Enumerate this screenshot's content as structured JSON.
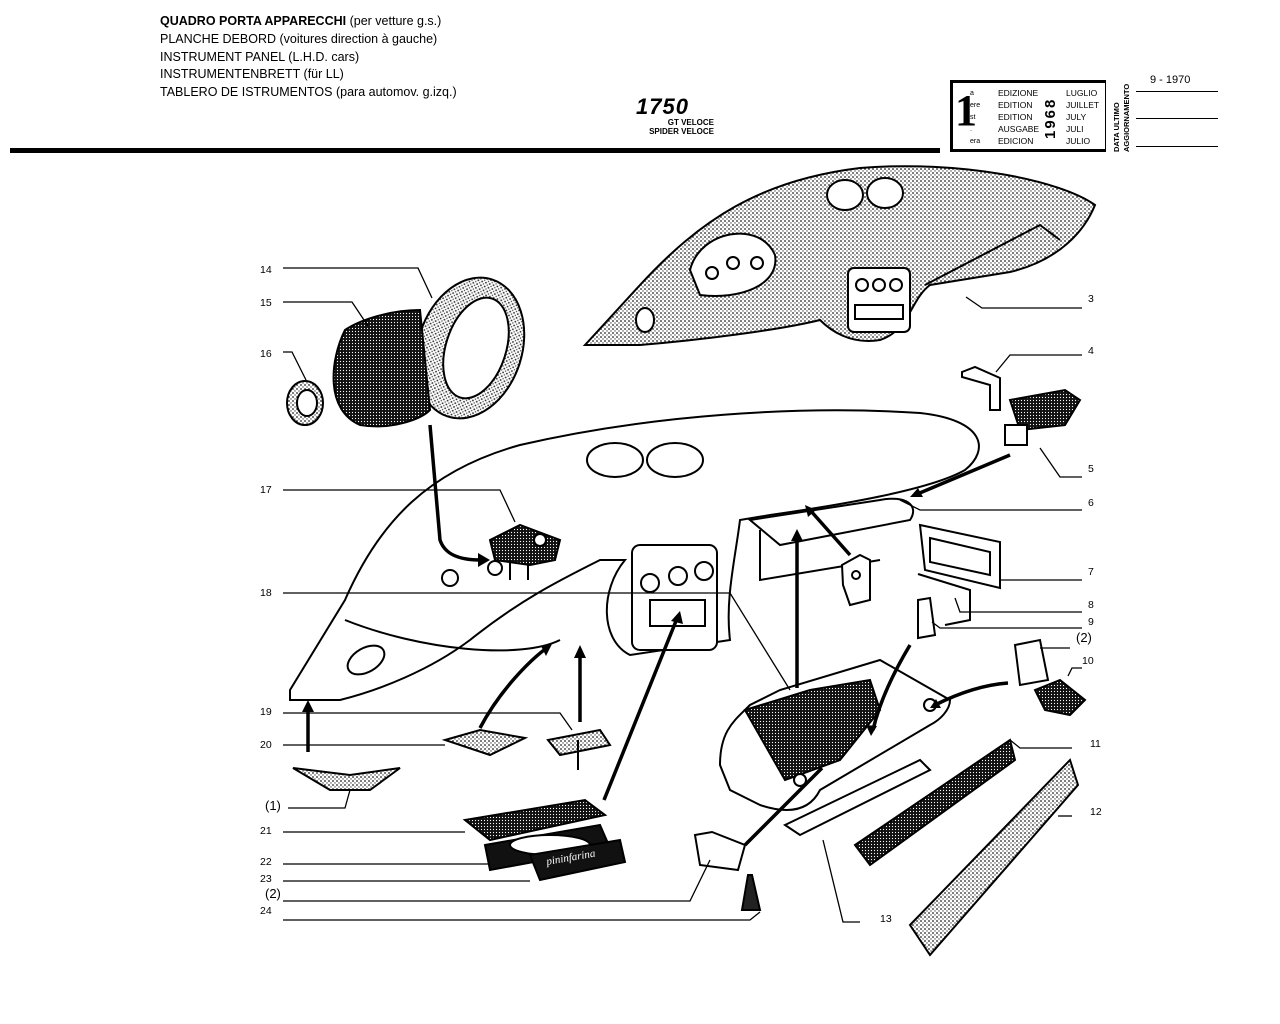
{
  "header": {
    "titles": [
      {
        "main": "QUADRO PORTA APPARECCHI",
        "note": "(per vetture g.s.)"
      },
      {
        "main": "PLANCHE DEBORD",
        "note": "(voitures direction à gauche)"
      },
      {
        "main": "INSTRUMENT PANEL",
        "note": "(L.H.D. cars)"
      },
      {
        "main": "INSTRUMENTENBRETT",
        "note": "(für LL)"
      },
      {
        "main": "TABLERO DE ISTRUMENTOS",
        "note": "(para automov. g.izq.)"
      }
    ],
    "model": "1750",
    "variants": [
      "GT VELOCE",
      "SPIDER VELOCE"
    ]
  },
  "edition": {
    "number": "1",
    "ordinals": [
      "a",
      "ere",
      "st",
      ".",
      "era"
    ],
    "words": [
      "EDIZIONE",
      "EDITION",
      "EDITION",
      "AUSGABE",
      "EDICION"
    ],
    "year": "1968",
    "months": [
      "LUGLIO",
      "JUILLET",
      "JULY",
      "JULI",
      "JULIO"
    ],
    "update_label": "DATA ULTIMO AGGIORNAMENTO",
    "update_date": "9 - 1970"
  },
  "part_labels": [
    {
      "id": "3",
      "text": "3"
    },
    {
      "id": "4",
      "text": "4"
    },
    {
      "id": "5",
      "text": "5"
    },
    {
      "id": "6",
      "text": "6"
    },
    {
      "id": "7",
      "text": "7"
    },
    {
      "id": "8",
      "text": "8"
    },
    {
      "id": "9",
      "text": "9"
    },
    {
      "id": "9q",
      "text": "(2)"
    },
    {
      "id": "10",
      "text": "10"
    },
    {
      "id": "11",
      "text": "11"
    },
    {
      "id": "12",
      "text": "12"
    },
    {
      "id": "13",
      "text": "13"
    },
    {
      "id": "14",
      "text": "14"
    },
    {
      "id": "15",
      "text": "15"
    },
    {
      "id": "16",
      "text": "16"
    },
    {
      "id": "17",
      "text": "17"
    },
    {
      "id": "18",
      "text": "18"
    },
    {
      "id": "19",
      "text": "19"
    },
    {
      "id": "20",
      "text": "20"
    },
    {
      "id": "20q",
      "text": "(1)"
    },
    {
      "id": "21",
      "text": "21"
    },
    {
      "id": "22",
      "text": "22"
    },
    {
      "id": "23",
      "text": "23"
    },
    {
      "id": "24q",
      "text": "(2)"
    },
    {
      "id": "24",
      "text": "24"
    }
  ],
  "badge_script": "pininfarina",
  "colors": {
    "ink": "#000000",
    "paper": "#ffffff",
    "stipple": "#333333"
  }
}
